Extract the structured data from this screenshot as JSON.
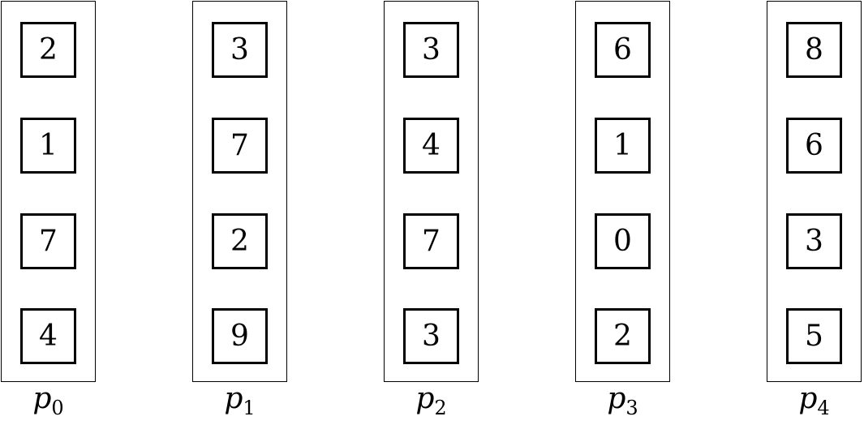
{
  "processors": [
    {
      "var": "p",
      "sub": "0",
      "values": [
        "2",
        "1",
        "7",
        "4"
      ]
    },
    {
      "var": "p",
      "sub": "1",
      "values": [
        "3",
        "7",
        "2",
        "9"
      ]
    },
    {
      "var": "p",
      "sub": "2",
      "values": [
        "3",
        "4",
        "7",
        "3"
      ]
    },
    {
      "var": "p",
      "sub": "3",
      "values": [
        "6",
        "1",
        "0",
        "2"
      ]
    },
    {
      "var": "p",
      "sub": "4",
      "values": [
        "8",
        "6",
        "3",
        "5"
      ]
    }
  ]
}
